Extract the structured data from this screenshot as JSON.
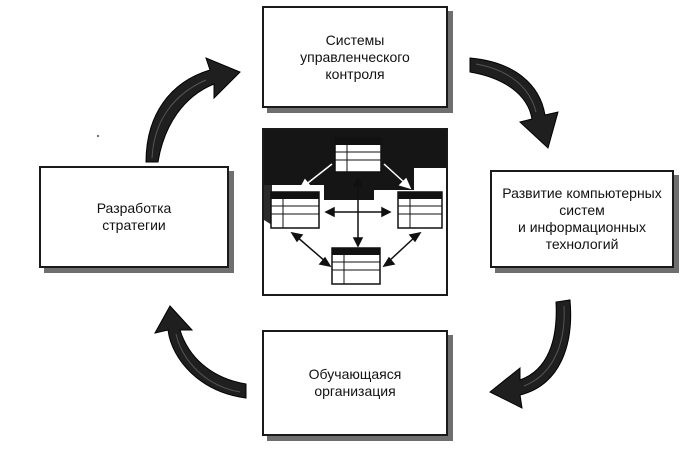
{
  "nodes": {
    "top": "Системы\nуправленческого\nконтроля",
    "right": "Развитие компьютерных\nсистем\nи информационных\nтехнологий",
    "bottom": "Обучающаяся\nорганизация",
    "left": "Разработка\nстратегии"
  },
  "colors": {
    "ink": "#111111",
    "shadow": "#6f6f6f",
    "arrow_fill": "#1f1f1f"
  },
  "icons": [
    "curved-arrow-icon",
    "document-window-icon",
    "four-way-arrow-icon",
    "diagonal-arrow-icon"
  ]
}
